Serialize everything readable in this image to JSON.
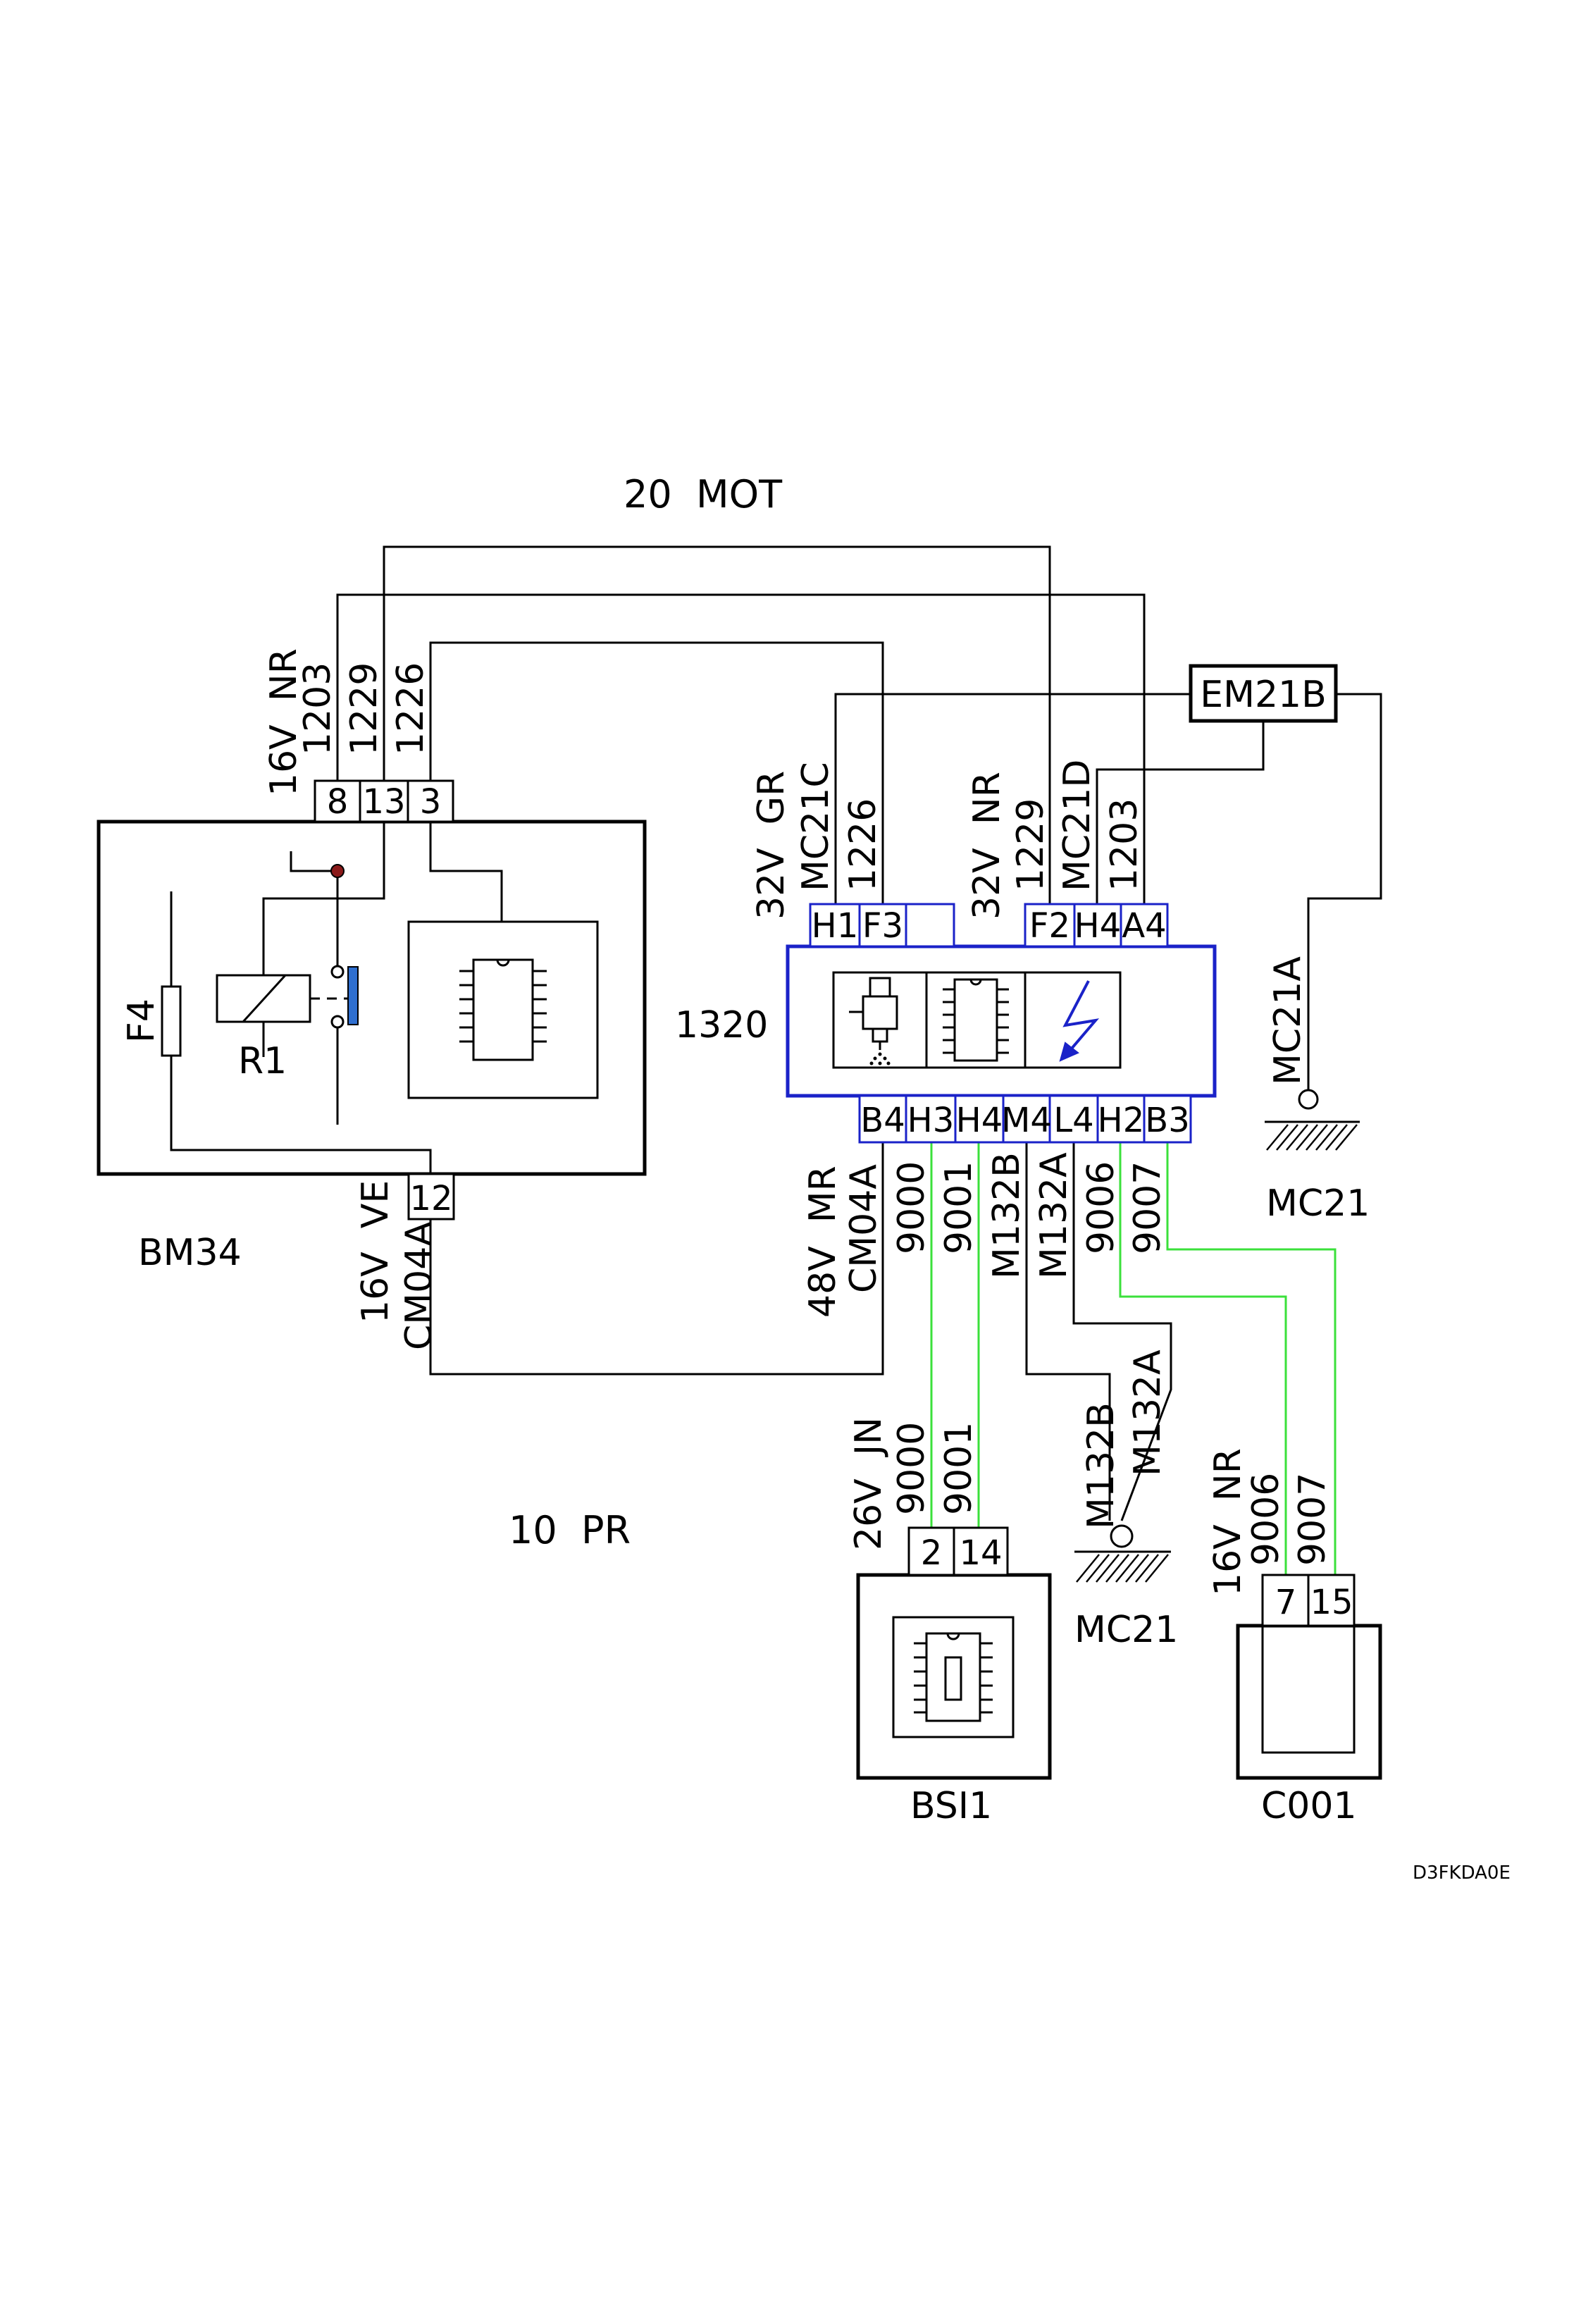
{
  "zones": {
    "top": "20  MOT",
    "bottom": "10  PR"
  },
  "components": {
    "bm34": {
      "name": "BM34",
      "fuse": "F4",
      "relay": "R1"
    },
    "ecu": {
      "name": "1320"
    },
    "bsi": {
      "name": "BSI1"
    },
    "c001": {
      "name": "C001"
    },
    "em21b": {
      "name": "EM21B"
    },
    "ground_mc21_right": {
      "name": "MC21"
    },
    "ground_mc21_bottom": {
      "name": "MC21"
    }
  },
  "connectors": {
    "bm34_top": {
      "spec": "16V  NR",
      "pins": [
        "8",
        "13",
        "3"
      ],
      "wires": [
        "1203",
        "1229",
        "1226"
      ]
    },
    "bm34_bottom": {
      "spec": "16V  VE",
      "id": "CM04A",
      "pins": [
        "12"
      ]
    },
    "ecu_top_left": {
      "spec": "32V  GR",
      "id": "MC21C",
      "pins": [
        "H1",
        "F3"
      ],
      "wires": [
        "1226"
      ]
    },
    "ecu_top_right": {
      "spec": "32V  NR",
      "wire_1229": "1229",
      "id": "MC21D",
      "wire_1203": "1203",
      "pins": [
        "F2",
        "H4",
        "A4"
      ]
    },
    "ecu_bottom": {
      "spec": "48V  MR",
      "id": "CM04A",
      "pins": [
        "B4",
        "H3",
        "H4",
        "M4",
        "L4",
        "H2",
        "B3"
      ],
      "wires": [
        "9000",
        "9001",
        "M132B",
        "M132A",
        "9006",
        "9007"
      ]
    },
    "ground_right": {
      "label": "MC21A"
    },
    "ground_bottom": {
      "wires": [
        "M132B",
        "M132A"
      ]
    },
    "bsi": {
      "spec": "26V  JN",
      "wires": [
        "9000",
        "9001"
      ],
      "pins": [
        "2",
        "14"
      ]
    },
    "c001": {
      "spec": "16V  NR",
      "wires": [
        "9006",
        "9007"
      ],
      "pins": [
        "7",
        "15"
      ]
    }
  },
  "reference": "D3FKDA0E",
  "colors": {
    "wire": "#000000",
    "can_wire": "#3be03b",
    "ecu_frame": "#1a22c8",
    "relay_contact": "#2f6fd0",
    "junction": "#8b1a1a"
  }
}
